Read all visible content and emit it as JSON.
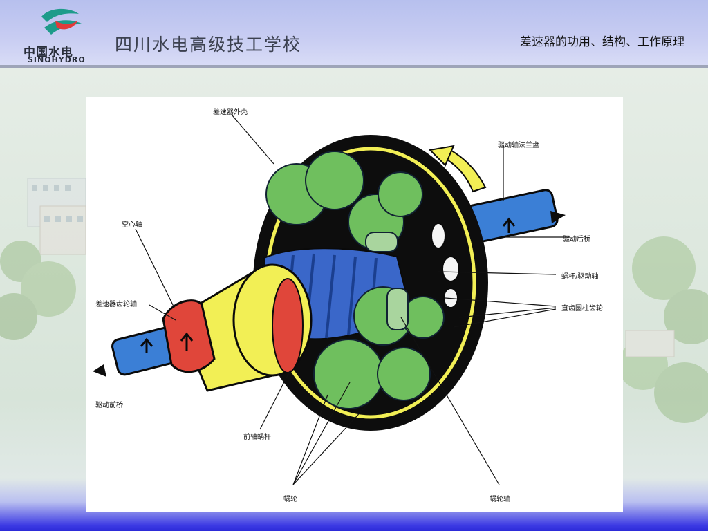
{
  "header": {
    "logo": {
      "name_cn": "中国水电",
      "name_en": "SINOHYDRO"
    },
    "school": "四川水电高级技工学校",
    "slide_title": "差速器的功用、结构、工作原理"
  },
  "diagram": {
    "labels": {
      "housing": "差速器外壳",
      "flange": "驱动轴法兰盘",
      "hollow_shaft": "空心轴",
      "rear_axle": "驱动后桥",
      "worm_drive_shaft": "蜗杆/驱动轴",
      "gear_shaft": "差速器齿轮轴",
      "spur_gears": "直齿圆柱齿轮",
      "front_axle": "驱动前桥",
      "front_worm": "前轴蜗杆",
      "worm_gear": "蜗轮",
      "worm_gear_shaft": "蜗轮轴"
    },
    "colors": {
      "housing": "#0d0d0d",
      "shaft": "#3b7fd6",
      "gears": "#6fbf5e",
      "worm": "#3a67c9",
      "sleeve": "#f2ef55",
      "end_cap": "#e0463a",
      "arrow": "#f2ef55"
    }
  }
}
